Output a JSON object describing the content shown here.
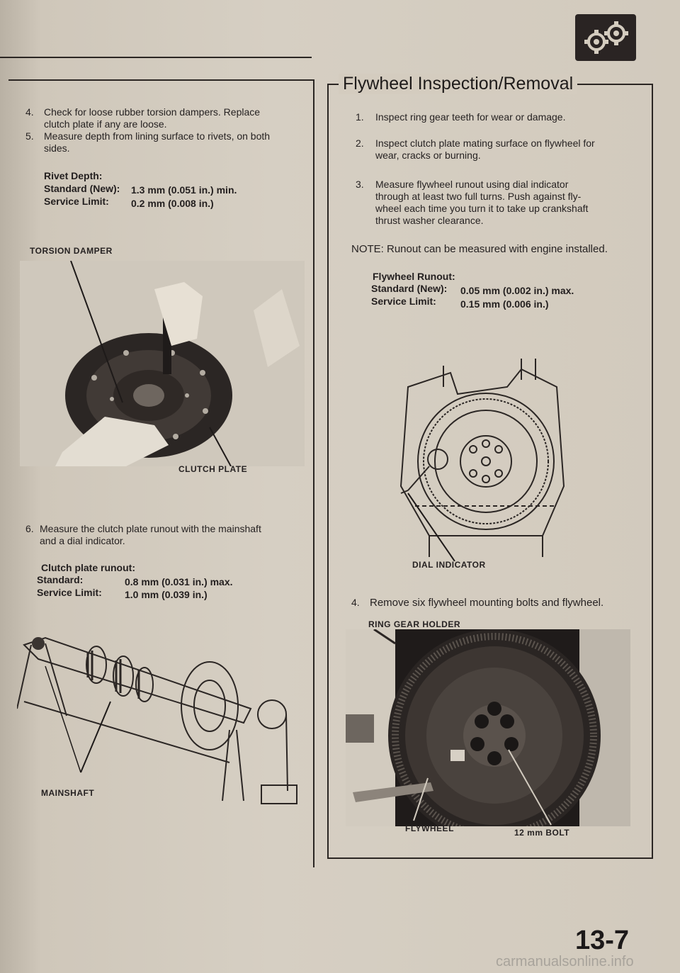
{
  "left": {
    "step4_num": "4.",
    "step4_line1": "Check for loose rubber torsion dampers. Replace",
    "step4_line2": "clutch plate if any are loose.",
    "step5_num": "5.",
    "step5_line1": "Measure depth from lining surface to rivets, on both",
    "step5_line2": "sides.",
    "rivet_title": "Rivet Depth:",
    "rivet_std_label": "Standard (New):",
    "rivet_std_value": "1.3 mm (0.051 in.) min.",
    "rivet_svc_label": "Service Limit:",
    "rivet_svc_value": "0.2 mm (0.008 in.)",
    "caption_torsion": "TORSION DAMPER",
    "caption_clutch": "CLUTCH PLATE",
    "step6_num": "6.",
    "step6_line1": "Measure the clutch plate runout with the mainshaft",
    "step6_line2": "and a dial indicator.",
    "runout_title": "Clutch plate runout:",
    "runout_std_label": "Standard:",
    "runout_std_value": "0.8 mm (0.031 in.) max.",
    "runout_svc_label": "Service Limit:",
    "runout_svc_value": "1.0 mm (0.039 in.)",
    "caption_mainshaft": "MAINSHAFT"
  },
  "right": {
    "title": "Flywheel Inspection/Removal",
    "s1_num": "1.",
    "s1_line1": "Inspect ring gear teeth for wear or damage.",
    "s2_num": "2.",
    "s2_line1": "Inspect clutch plate mating surface on flywheel for",
    "s2_line2": "wear, cracks or burning.",
    "s3_num": "3.",
    "s3_line1": "Measure flywheel runout using dial indicator",
    "s3_line2": "through at least two full turns. Push against fly-",
    "s3_line3": "wheel each time you turn it to take up crankshaft",
    "s3_line4": "thrust washer clearance.",
    "note": "NOTE: Runout can be measured with engine installed.",
    "fw_title": "Flywheel Runout:",
    "fw_std_label": "Standard (New):",
    "fw_std_value": "0.05 mm (0.002 in.) max.",
    "fw_svc_label": "Service Limit:",
    "fw_svc_value": "0.15 mm (0.006 in.)",
    "caption_dial": "DIAL INDICATOR",
    "s4_num": "4.",
    "s4_line1": "Remove six flywheel mounting bolts and flywheel.",
    "caption_ring": "RING GEAR HOLDER",
    "caption_flywheel": "FLYWHEEL",
    "caption_bolt": "12 mm BOLT"
  },
  "footer": {
    "page_number": "13-7",
    "watermark": "carmanualsonline.info"
  },
  "icons": {
    "header": "gears-icon"
  }
}
